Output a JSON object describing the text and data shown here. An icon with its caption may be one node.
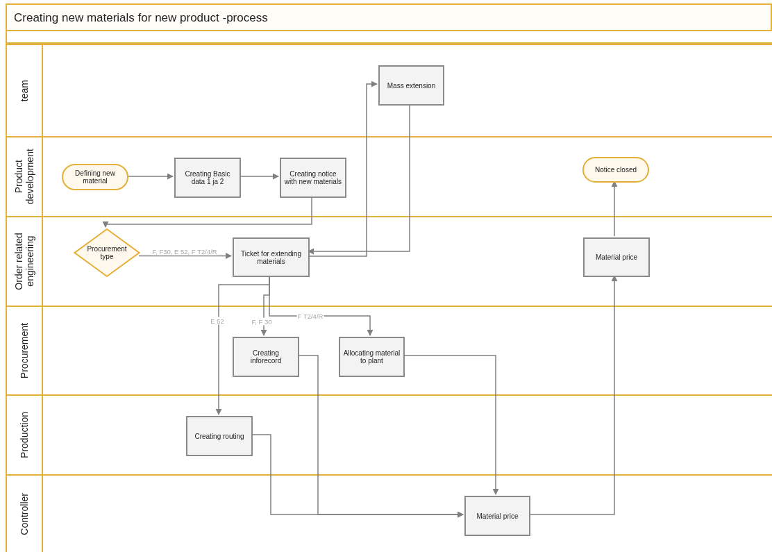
{
  "diagram": {
    "title": "Creating new materials for new product -process",
    "nodes": [
      {
        "text": [
          "team"
        ]
      },
      {
        "text": [
          "Mass extension"
        ],
        "in": 0
      },
      {
        "text": [
          "Product development"
        ]
      },
      {
        "text": [
          "Defining new material"
        ],
        "in": 2
      },
      {
        "text": [
          "Creating Basic data 1 ja 2"
        ],
        "in": 2
      },
      {
        "text": [
          "Creating notice with new materials"
        ],
        "in": 2
      },
      {
        "text": [
          "Notice closed"
        ],
        "in": 2
      },
      {
        "text": [
          "Order related engineering"
        ]
      },
      {
        "text": [
          "Procurement type"
        ],
        "in": 7
      },
      {
        "text": [
          "Ticket for extending materials"
        ],
        "in": 7
      },
      {
        "text": [
          "Material price"
        ],
        "in": 7
      },
      {
        "text": [
          "Procurement"
        ]
      },
      {
        "text": [
          "Creating inforecord"
        ],
        "in": 11
      },
      {
        "text": [
          "Allocating material to plant"
        ],
        "in": 11
      },
      {
        "text": [
          "Production"
        ]
      },
      {
        "text": [
          "Creating routing"
        ],
        "in": 14
      },
      {
        "text": [
          "Controller"
        ]
      },
      {
        "text": [
          "Material price"
        ],
        "in": 16
      }
    ],
    "edges": [
      {
        "from": 3,
        "to": 4,
        "arrow": "to"
      },
      {
        "from": 4,
        "to": 5,
        "arrow": "to"
      },
      {
        "from": 5,
        "to": 8,
        "arrow": "to"
      },
      {
        "from": 8,
        "to": 9,
        "arrow": "to",
        "label": "F, F30, E 52, F T2/4/R"
      },
      {
        "from": 9,
        "to": 1,
        "arrow": "to"
      },
      {
        "from": 1,
        "to": 9,
        "arrow": "to"
      },
      {
        "from": 9,
        "to": 15,
        "arrow": "to",
        "label": "E 52"
      },
      {
        "from": 9,
        "to": 12,
        "arrow": "to",
        "label": "F, F 30"
      },
      {
        "from": 9,
        "to": 13,
        "arrow": "to",
        "label": "F T2/4/R"
      },
      {
        "from": 12,
        "to": 17,
        "arrow": "to"
      },
      {
        "from": 13,
        "to": 17,
        "arrow": "to"
      },
      {
        "from": 15,
        "to": 17,
        "arrow": "to"
      },
      {
        "from": 17,
        "to": 10,
        "arrow": "to"
      },
      {
        "from": 10,
        "to": 6,
        "arrow": "to"
      }
    ]
  }
}
